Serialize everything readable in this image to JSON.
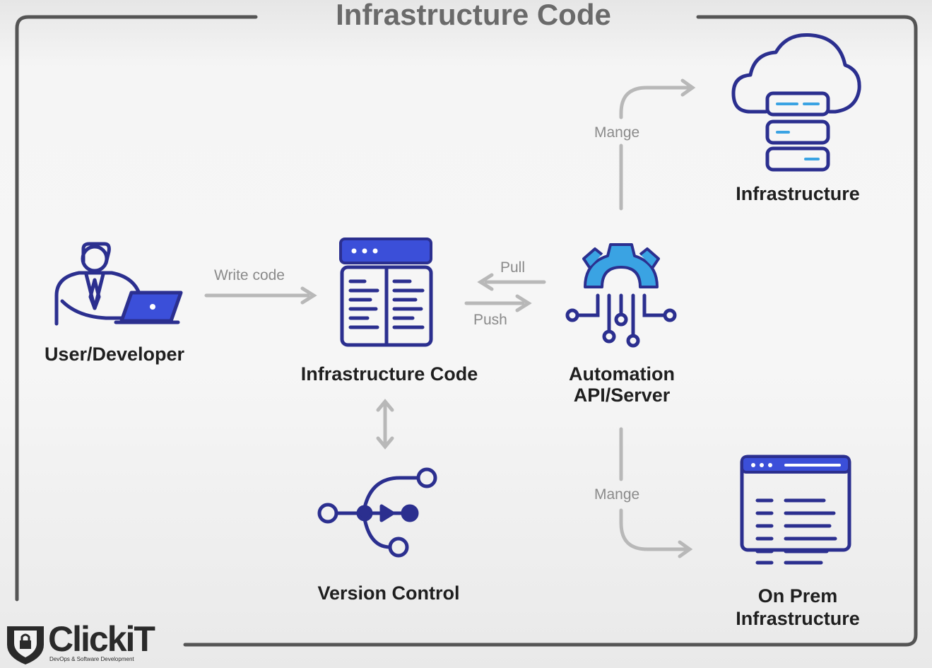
{
  "title": "Infrastructure Code",
  "nodes": {
    "developer": "User/Developer",
    "infra_code": "Infrastructure Code",
    "automation_line1": "Automation",
    "automation_line2": "API/Server",
    "infrastructure": "Infrastructure",
    "version_control": "Version Control",
    "onprem_line1": "On Prem",
    "onprem_line2": "Infrastructure"
  },
  "edges": {
    "write_code": "Write code",
    "pull": "Pull",
    "push": "Push",
    "manage_cloud": "Mange",
    "manage_onprem": "Mange"
  },
  "logo": {
    "name": "ClickiT",
    "tagline": "DevOps & Software Development"
  },
  "colors": {
    "icon_primary": "#2b2f8f",
    "icon_accent": "#3b4fd9",
    "icon_light": "#3aa3e3",
    "arrow": "#b8b8b8",
    "frame": "#555555"
  },
  "icons": {
    "developer": "developer-laptop-icon",
    "infra_code": "code-document-icon",
    "automation": "gear-circuit-icon",
    "infrastructure": "cloud-server-icon",
    "version_control": "git-branch-icon",
    "onprem": "server-list-window-icon"
  }
}
